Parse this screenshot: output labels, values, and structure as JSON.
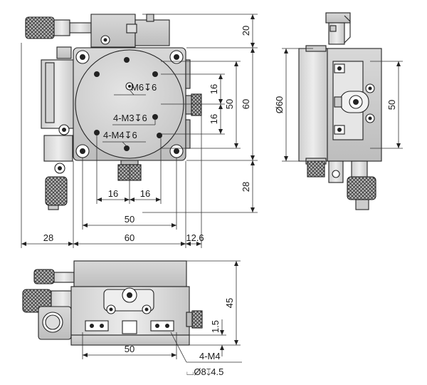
{
  "top_view": {
    "dims": {
      "height_top": "20",
      "height_mid": "60",
      "height_bottom": "28",
      "inner_50": "50",
      "pitch_16_a": "16",
      "pitch_16_b": "16",
      "hz_16_left": "16",
      "hz_16_right": "16",
      "width_50": "50",
      "width_left": "28",
      "width_mid": "60",
      "width_right": "12.6"
    },
    "labels": {
      "center_hole": "M6↧6",
      "m3_holes": "4-M3↧6",
      "m4_holes": "4-M4↧6"
    }
  },
  "side_view": {
    "dims": {
      "diameter": "Ø60",
      "height_50": "50"
    }
  },
  "front_view": {
    "dims": {
      "height_45": "45",
      "offset_1_5": "1.5",
      "width_50": "50"
    },
    "labels": {
      "mount_holes": "4-M4",
      "counterbore": "⌴Ø8↧4.5"
    }
  }
}
